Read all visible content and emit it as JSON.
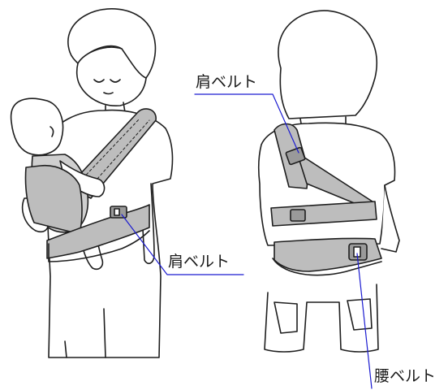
{
  "callouts": {
    "shoulder_belt_back": "肩ベルト",
    "shoulder_belt_front": "肩ベルト",
    "waist_belt": "腰ベルト"
  },
  "colors": {
    "outline": "#1e1e1e",
    "belt_fill": "#bdbdbd",
    "belt_dark": "#9a9a9a",
    "leader_line": "#1b1bd0"
  }
}
